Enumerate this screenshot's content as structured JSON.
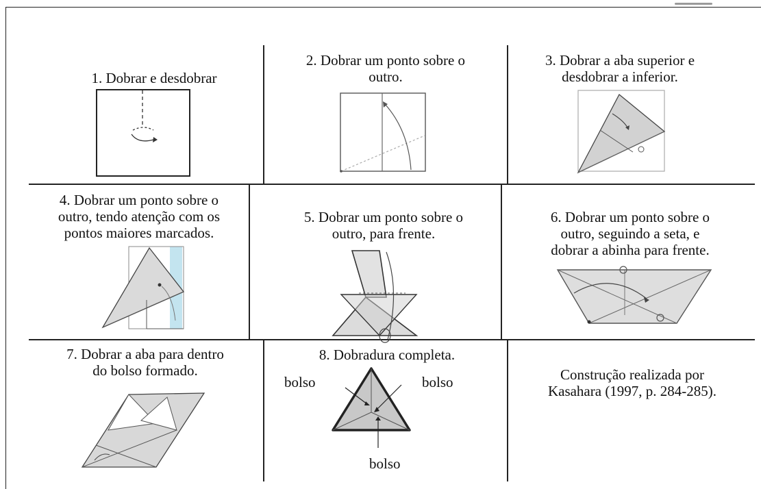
{
  "steps": [
    {
      "line1": "1. Dobrar e desdobrar",
      "line2": "",
      "line3": ""
    },
    {
      "line1": "2. Dobrar um ponto sobre o",
      "line2": "outro.",
      "line3": ""
    },
    {
      "line1": "3. Dobrar a aba superior e",
      "line2": "desdobrar a inferior.",
      "line3": ""
    },
    {
      "line1": "4. Dobrar um ponto sobre o",
      "line2": "outro, tendo atenção com os",
      "line3": "pontos maiores marcados."
    },
    {
      "line1": "5. Dobrar um ponto sobre o",
      "line2": "outro, para frente.",
      "line3": ""
    },
    {
      "line1": "6. Dobrar um ponto sobre o",
      "line2": "outro, seguindo a seta, e",
      "line3": "dobrar a abinha para frente."
    },
    {
      "line1": "7. Dobrar a aba para dentro",
      "line2": "do bolso formado.",
      "line3": ""
    },
    {
      "line1": "8. Dobradura completa.",
      "line2": "",
      "line3": ""
    }
  ],
  "pocket_labels": {
    "left": "bolso",
    "right": "bolso",
    "bottom": "bolso"
  },
  "credit": {
    "line1": "Construção realizada por",
    "line2": "Kasahara (1997, p. 284-285)."
  },
  "colors": {
    "grid": "#222222",
    "paper_shade": "#cfcfcf",
    "highlight": "#a9d8e8"
  }
}
